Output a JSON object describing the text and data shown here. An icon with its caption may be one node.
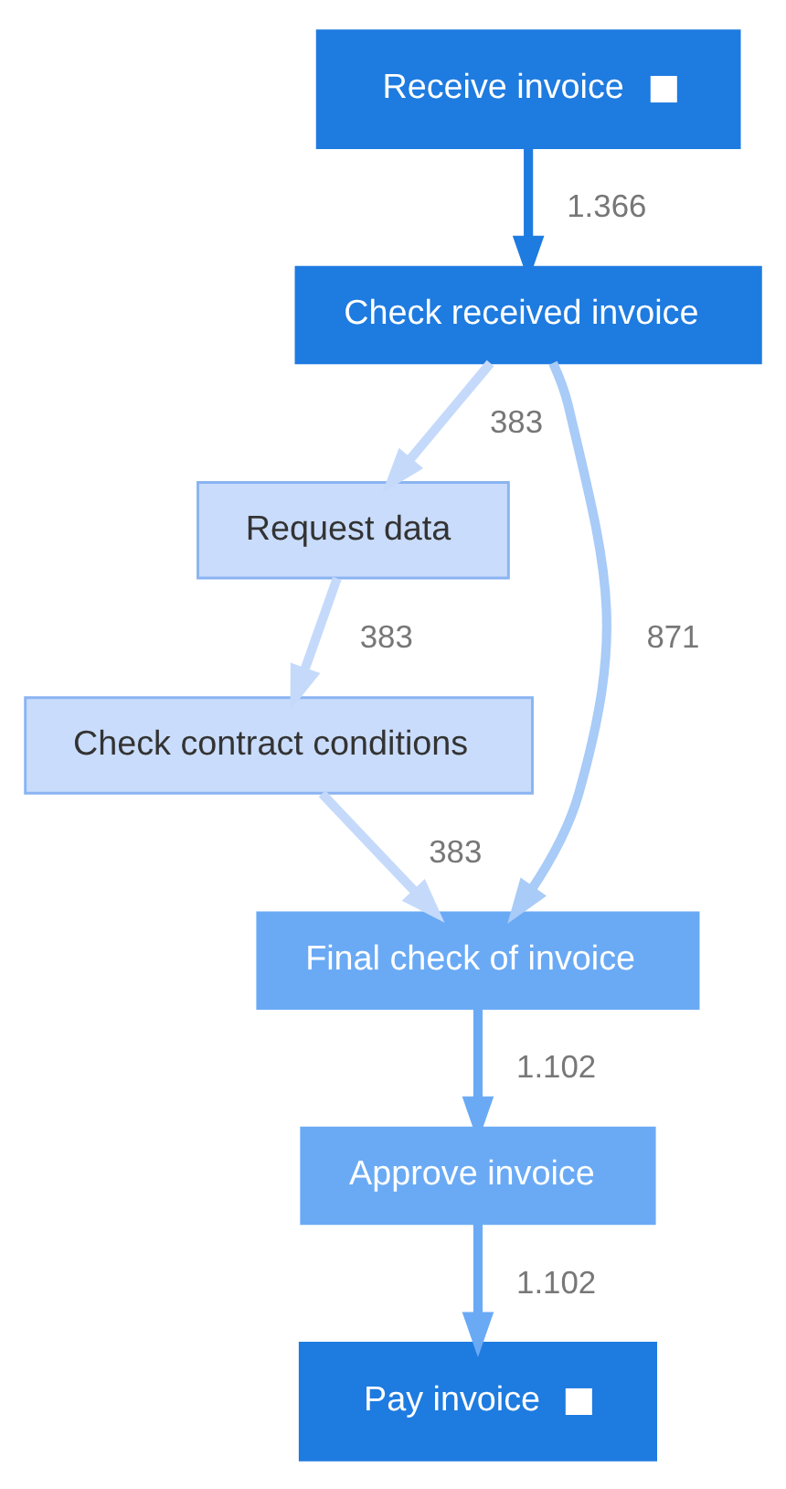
{
  "diagram": {
    "nodes": [
      {
        "text": [
          "Receive invoice"
        ]
      },
      {
        "text": [
          "Check received invoice"
        ]
      },
      {
        "text": [
          "Request data"
        ]
      },
      {
        "text": [
          "Check contract conditions"
        ]
      },
      {
        "text": [
          "Final check of invoice"
        ]
      },
      {
        "text": [
          "Approve invoice"
        ]
      },
      {
        "text": [
          "Pay invoice"
        ]
      }
    ],
    "edges": [
      {
        "from": 0,
        "to": 1,
        "arrow": "to",
        "label": "1.366",
        "color": "#1e7be0"
      },
      {
        "from": 1,
        "to": 2,
        "arrow": "to",
        "label": "383",
        "color": "#c5dafb"
      },
      {
        "from": 2,
        "to": 3,
        "arrow": "to",
        "label": "383",
        "color": "#c5dafb"
      },
      {
        "from": 3,
        "to": 4,
        "arrow": "to",
        "label": "383",
        "color": "#c5dafb"
      },
      {
        "from": 1,
        "to": 4,
        "arrow": "to",
        "label": "871",
        "color": "#a8cbf7"
      },
      {
        "from": 4,
        "to": 5,
        "arrow": "to",
        "label": "1.102",
        "color": "#6aaaf5"
      },
      {
        "from": 5,
        "to": 6,
        "arrow": "to",
        "label": "1.102",
        "color": "#6aaaf5"
      }
    ]
  }
}
